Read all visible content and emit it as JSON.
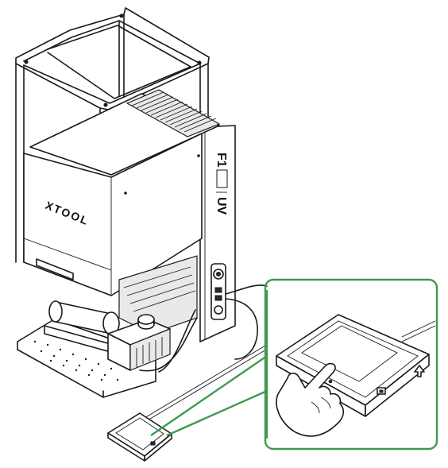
{
  "device": {
    "front_logo": "XTOOL",
    "side_logo_model": "F1",
    "side_logo_suffix": "UV"
  },
  "colors": {
    "callout_frame": "#3f9a4f",
    "line_art": "#1a1a1a",
    "background": "#ffffff"
  },
  "icons": {
    "pointer": "hand-pointing-icon",
    "keypad_home": "home-icon",
    "keypad_up": "arrow-up-icon"
  }
}
